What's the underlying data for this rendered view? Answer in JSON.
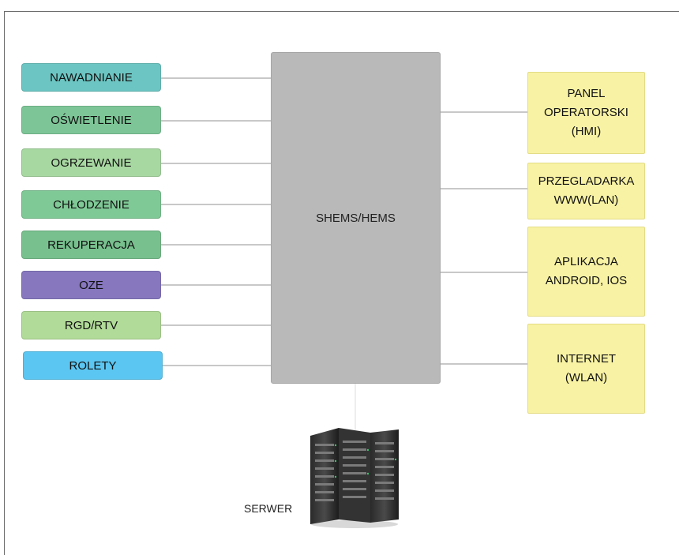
{
  "hub": {
    "label": "SHEMS/HEMS"
  },
  "inputs": [
    {
      "label": "NAWADNIANIE",
      "color": "#6cc5c2"
    },
    {
      "label": "OŚWIETLENIE",
      "color": "#7dc597"
    },
    {
      "label": "OGRZEWANIE",
      "color": "#a8d8a2"
    },
    {
      "label": "CHŁODZENIE",
      "color": "#7fc996"
    },
    {
      "label": "REKUPERACJA",
      "color": "#78c08e"
    },
    {
      "label": "OZE",
      "color": "#8677bf"
    },
    {
      "label": "RGD/RTV",
      "color": "#b1db98"
    },
    {
      "label": "ROLETY",
      "color": "#5bc6f1"
    }
  ],
  "outputs": [
    {
      "label": "PANEL\nOPERATORSKI\n(HMI)"
    },
    {
      "label": "PRZEGLADARKA\nWWW(LAN)"
    },
    {
      "label": "APLIKACJA\nANDROID, IOS"
    },
    {
      "label": "INTERNET\n(WLAN)"
    }
  ],
  "server": {
    "label": "SERWER",
    "icon": "server-rack-icon"
  },
  "colors": {
    "hub": "#b9b9b9",
    "output": "#f8f2a4",
    "connector": "#c8c8c8"
  }
}
